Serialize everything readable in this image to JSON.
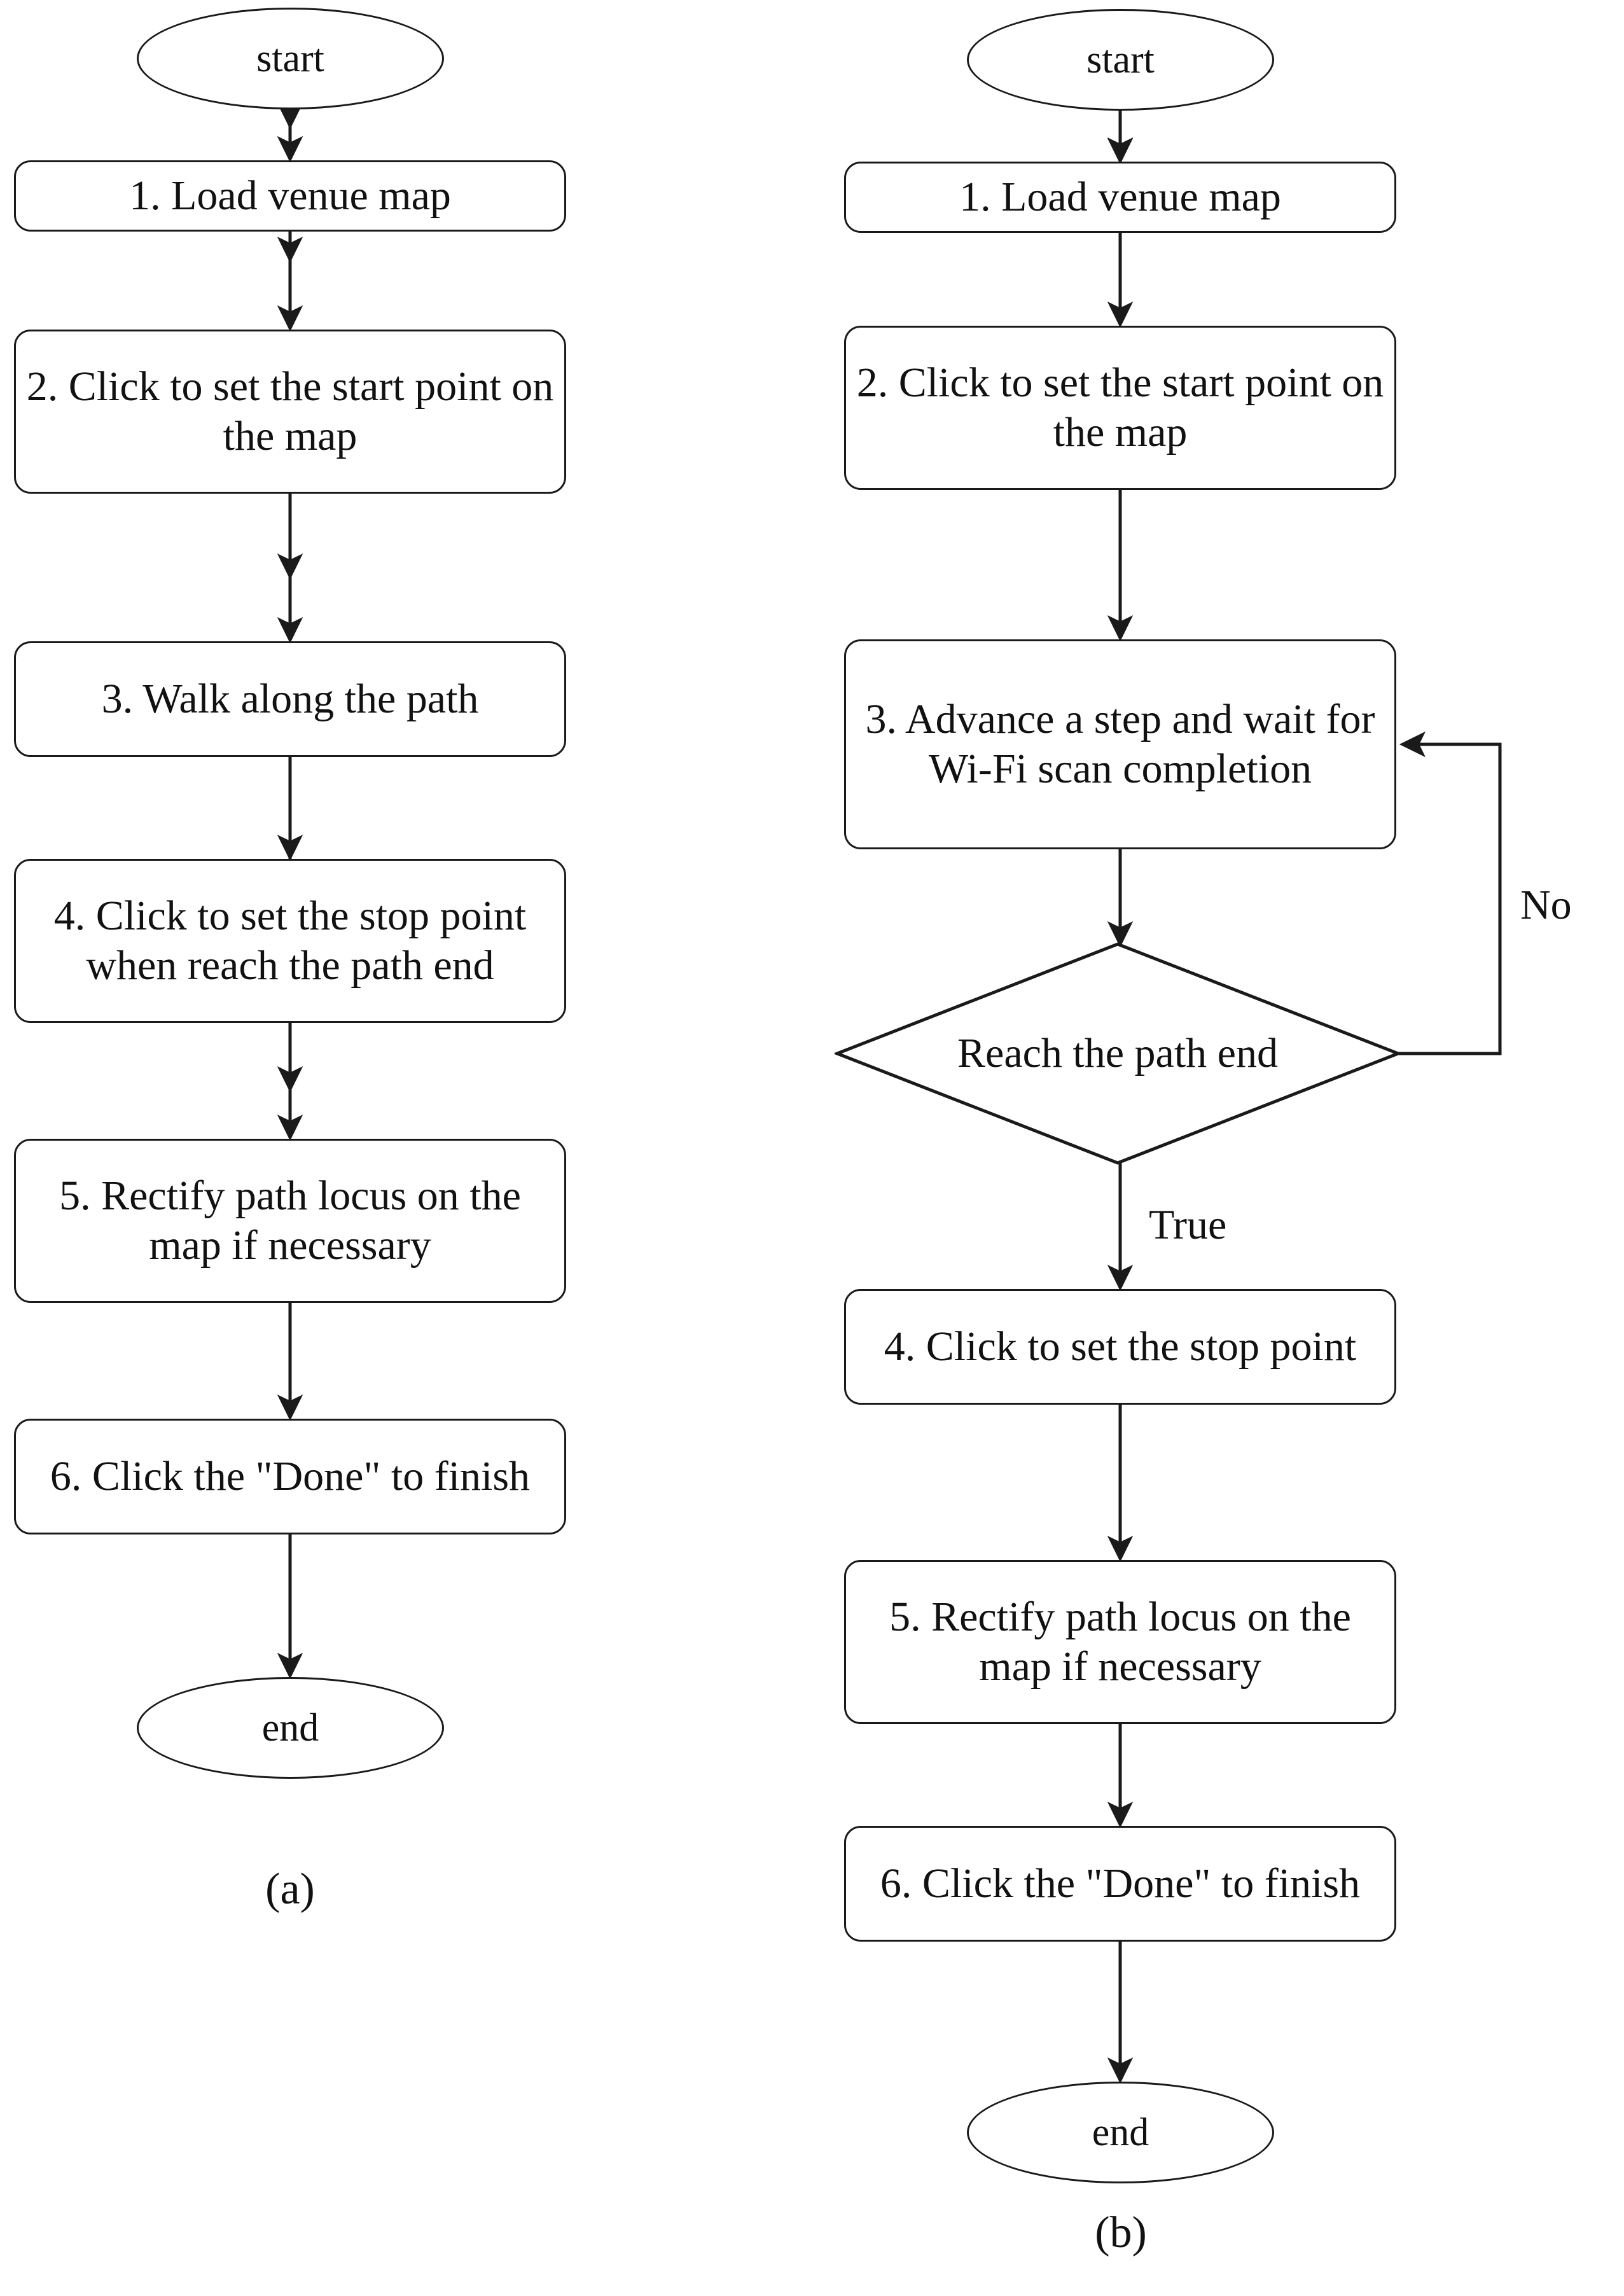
{
  "figure": {
    "background_color": "#ffffff",
    "stroke_color": "#1a1a1a",
    "text_color": "#111111"
  },
  "panel_a": {
    "caption": "(a)",
    "start": "start",
    "end": "end",
    "steps": [
      {
        "id": "a1",
        "text": "1. Load venue map"
      },
      {
        "id": "a2",
        "text": "2. Click to set the start point on the map"
      },
      {
        "id": "a3",
        "text": "3. Walk along the path"
      },
      {
        "id": "a4",
        "text": "4. Click to set the stop point when reach the path end"
      },
      {
        "id": "a5",
        "text": "5. Rectify path locus on the map if necessary"
      },
      {
        "id": "a6",
        "text": "6. Click the \"Done\" to finish"
      }
    ]
  },
  "panel_b": {
    "caption": "(b)",
    "start": "start",
    "end": "end",
    "decision": "Reach the path end",
    "edge_labels": {
      "no": "No",
      "true": "True"
    },
    "steps": [
      {
        "id": "b1",
        "text": "1. Load venue map"
      },
      {
        "id": "b2",
        "text": "2. Click to set the start point on the map"
      },
      {
        "id": "b3",
        "text": "3. Advance a step and wait for Wi-Fi scan completion"
      },
      {
        "id": "b4",
        "text": "4. Click to set the stop point"
      },
      {
        "id": "b5",
        "text": "5. Rectify path locus on the map if necessary"
      },
      {
        "id": "b6",
        "text": "6. Click the \"Done\" to finish"
      }
    ]
  }
}
